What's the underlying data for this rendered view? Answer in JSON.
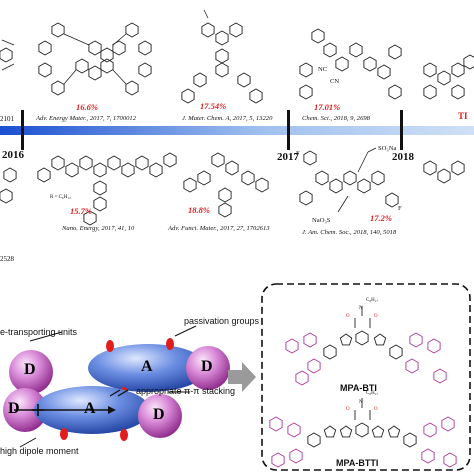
{
  "timeline": {
    "years": [
      "2016",
      "2017",
      "2018"
    ],
    "entries": [
      {
        "efficiency": "16.6%",
        "journal": "Adv. Energy Mater.",
        "citation": ", 2017, 7, 1700012"
      },
      {
        "efficiency": "17.54%",
        "journal": "J. Mater. Chem. A",
        "citation": ", 2017, 5, 13220"
      },
      {
        "efficiency": "17.01%",
        "journal": "Chem. Sci.",
        "citation": ", 2018, 9, 2698"
      },
      {
        "efficiency": "15.7%",
        "journal": "Nano. Energy",
        "citation": ", 2017, 41, 10"
      },
      {
        "efficiency": "18.8%",
        "journal": "Adv. Funct. Mater.",
        "citation": ", 2017, 27, 1702613"
      },
      {
        "efficiency": "17.2%",
        "journal": "J. Am. Chem. Soc.",
        "citation": ", 2018, 140, 5018"
      }
    ],
    "fragments": {
      "left_ref_top": "2101",
      "left_ref_bottom": "2528",
      "right_cut": "TI",
      "substituent": "R = C₆H₁₃",
      "so3na_top": "SO₃Na",
      "so3na_bottom": "NaO₃S",
      "fluoro_a": "F",
      "fluoro_b": "F",
      "nitrile_a": "NC",
      "nitrile_b": "CN"
    }
  },
  "design": {
    "labels": {
      "transport": "e-transporting units",
      "passivation": "passivation groups",
      "stacking": "appropriate π-π stacking",
      "dipole": "high dipole moment"
    },
    "units": {
      "donor": "D",
      "acceptor": "A"
    }
  },
  "molecules": {
    "names": [
      "MPA-BTI",
      "MPA-BTTI"
    ],
    "alkyl": "C₈H₁₇",
    "oxygen": "O",
    "nitrogen": "N"
  },
  "colors": {
    "donor": "#c24fc0",
    "acceptor": "#2f5cc4",
    "passivation": "#e11d1d",
    "timeline": "#1a4fd1",
    "mpa_arms": "#b0369f"
  }
}
